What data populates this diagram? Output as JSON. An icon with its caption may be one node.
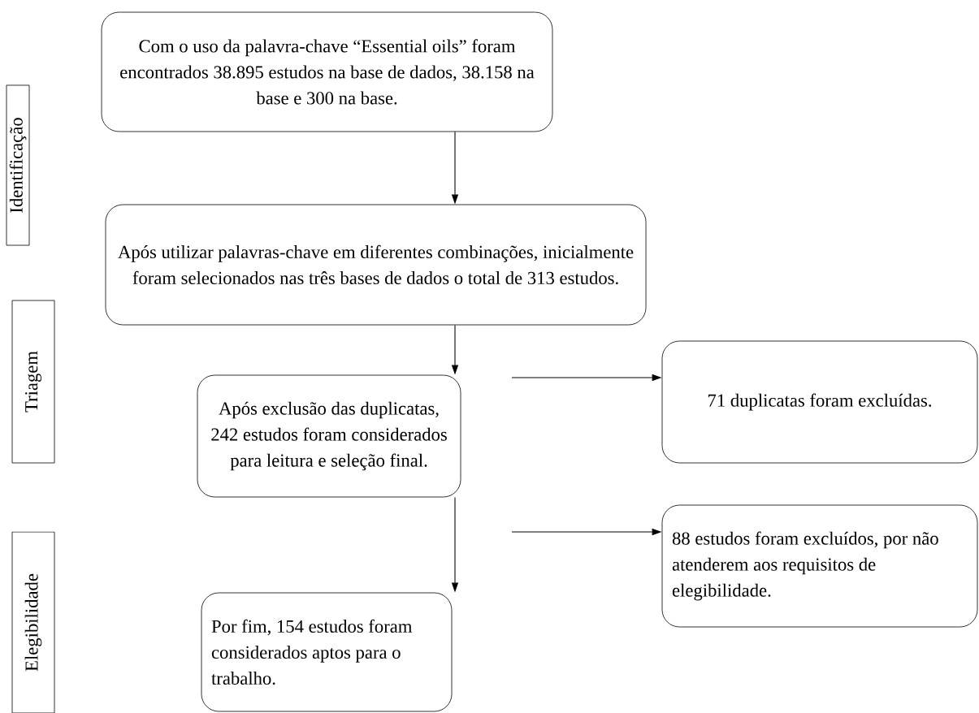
{
  "diagram": {
    "nodes": [
      {
        "text": [
          "Com o uso da palavra-chave “Essential oils” foram encontrados 38.895 estudos na base de dados, 38.158 na base e 300 na base."
        ]
      },
      {
        "text": [
          "Após utilizar palavras-chave em diferentes combinações, inicialmente foram selecionados nas três bases de dados o total de 313 estudos."
        ]
      },
      {
        "text": [
          "Após exclusão das duplicatas, 242 estudos foram considerados para leitura e seleção final."
        ]
      },
      {
        "text": [
          "71 duplicatas foram excluídas."
        ]
      },
      {
        "text": [
          "88 estudos foram excluídos, por não atenderem aos requisitos de elegibilidade."
        ]
      },
      {
        "text": [
          "Por fim, 154 estudos foram considerados aptos para o trabalho."
        ]
      },
      {
        "text": [
          "Identificação"
        ]
      },
      {
        "text": [
          "Triagem"
        ]
      },
      {
        "text": [
          "Elegibilidade"
        ]
      }
    ],
    "edges": [
      {
        "from": 0,
        "to": 1,
        "arrow": "to"
      },
      {
        "from": 1,
        "to": 2,
        "arrow": "to"
      },
      {
        "from": null,
        "to": 3,
        "arrow": "to"
      },
      {
        "from": 2,
        "to": 5,
        "arrow": "to"
      },
      {
        "from": null,
        "to": 4,
        "arrow": "to"
      }
    ]
  }
}
